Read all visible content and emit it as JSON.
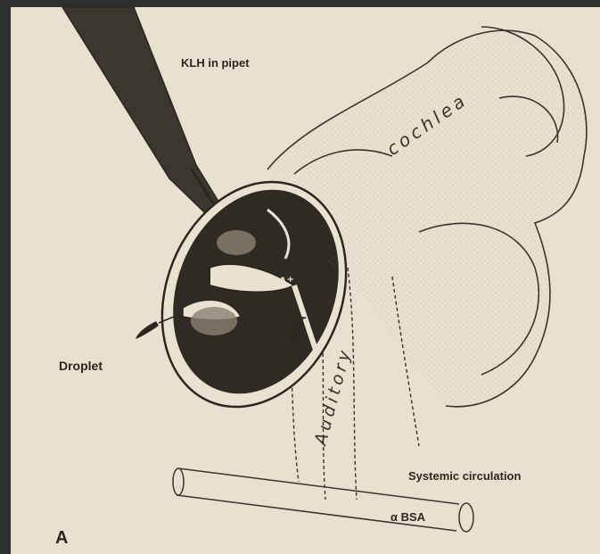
{
  "labels": {
    "pipet": "KLH in pipet",
    "cochlea": "cochlea",
    "auditory": "Auditory",
    "nerve_abbrev": "n",
    "bsa_top": "α BSA⁺",
    "bsa_side": "αBSA",
    "droplet": "Droplet",
    "systemic": "Systemic circulation",
    "bsa_bottom": "α BSA",
    "panel": "A"
  },
  "colors": {
    "paper": "#e8e1cf",
    "ink": "#2b2620",
    "frame": "#2f2f2f"
  }
}
